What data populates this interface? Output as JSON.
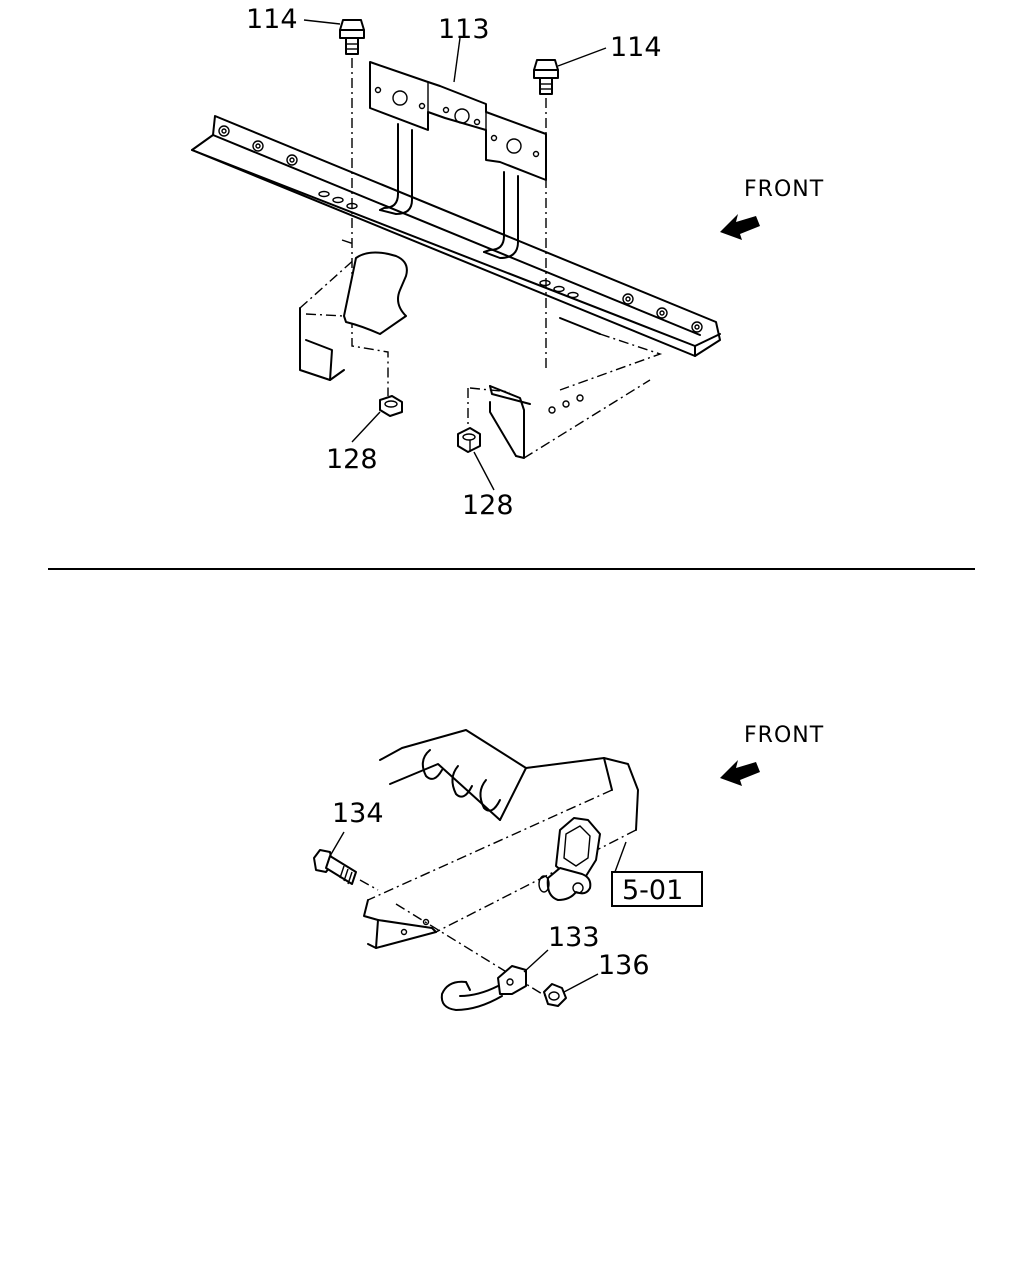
{
  "top_view": {
    "callouts": [
      {
        "id": "bolt-left",
        "label": "114"
      },
      {
        "id": "bracket",
        "label": "113"
      },
      {
        "id": "bolt-right",
        "label": "114"
      },
      {
        "id": "nut-left",
        "label": "128"
      },
      {
        "id": "nut-right",
        "label": "128"
      }
    ],
    "direction_label": "FRONT"
  },
  "bottom_view": {
    "callouts": [
      {
        "id": "bolt",
        "label": "134"
      },
      {
        "id": "hook",
        "label": "133"
      },
      {
        "id": "nut",
        "label": "136"
      }
    ],
    "reference_box": "5-01",
    "direction_label": "FRONT"
  }
}
